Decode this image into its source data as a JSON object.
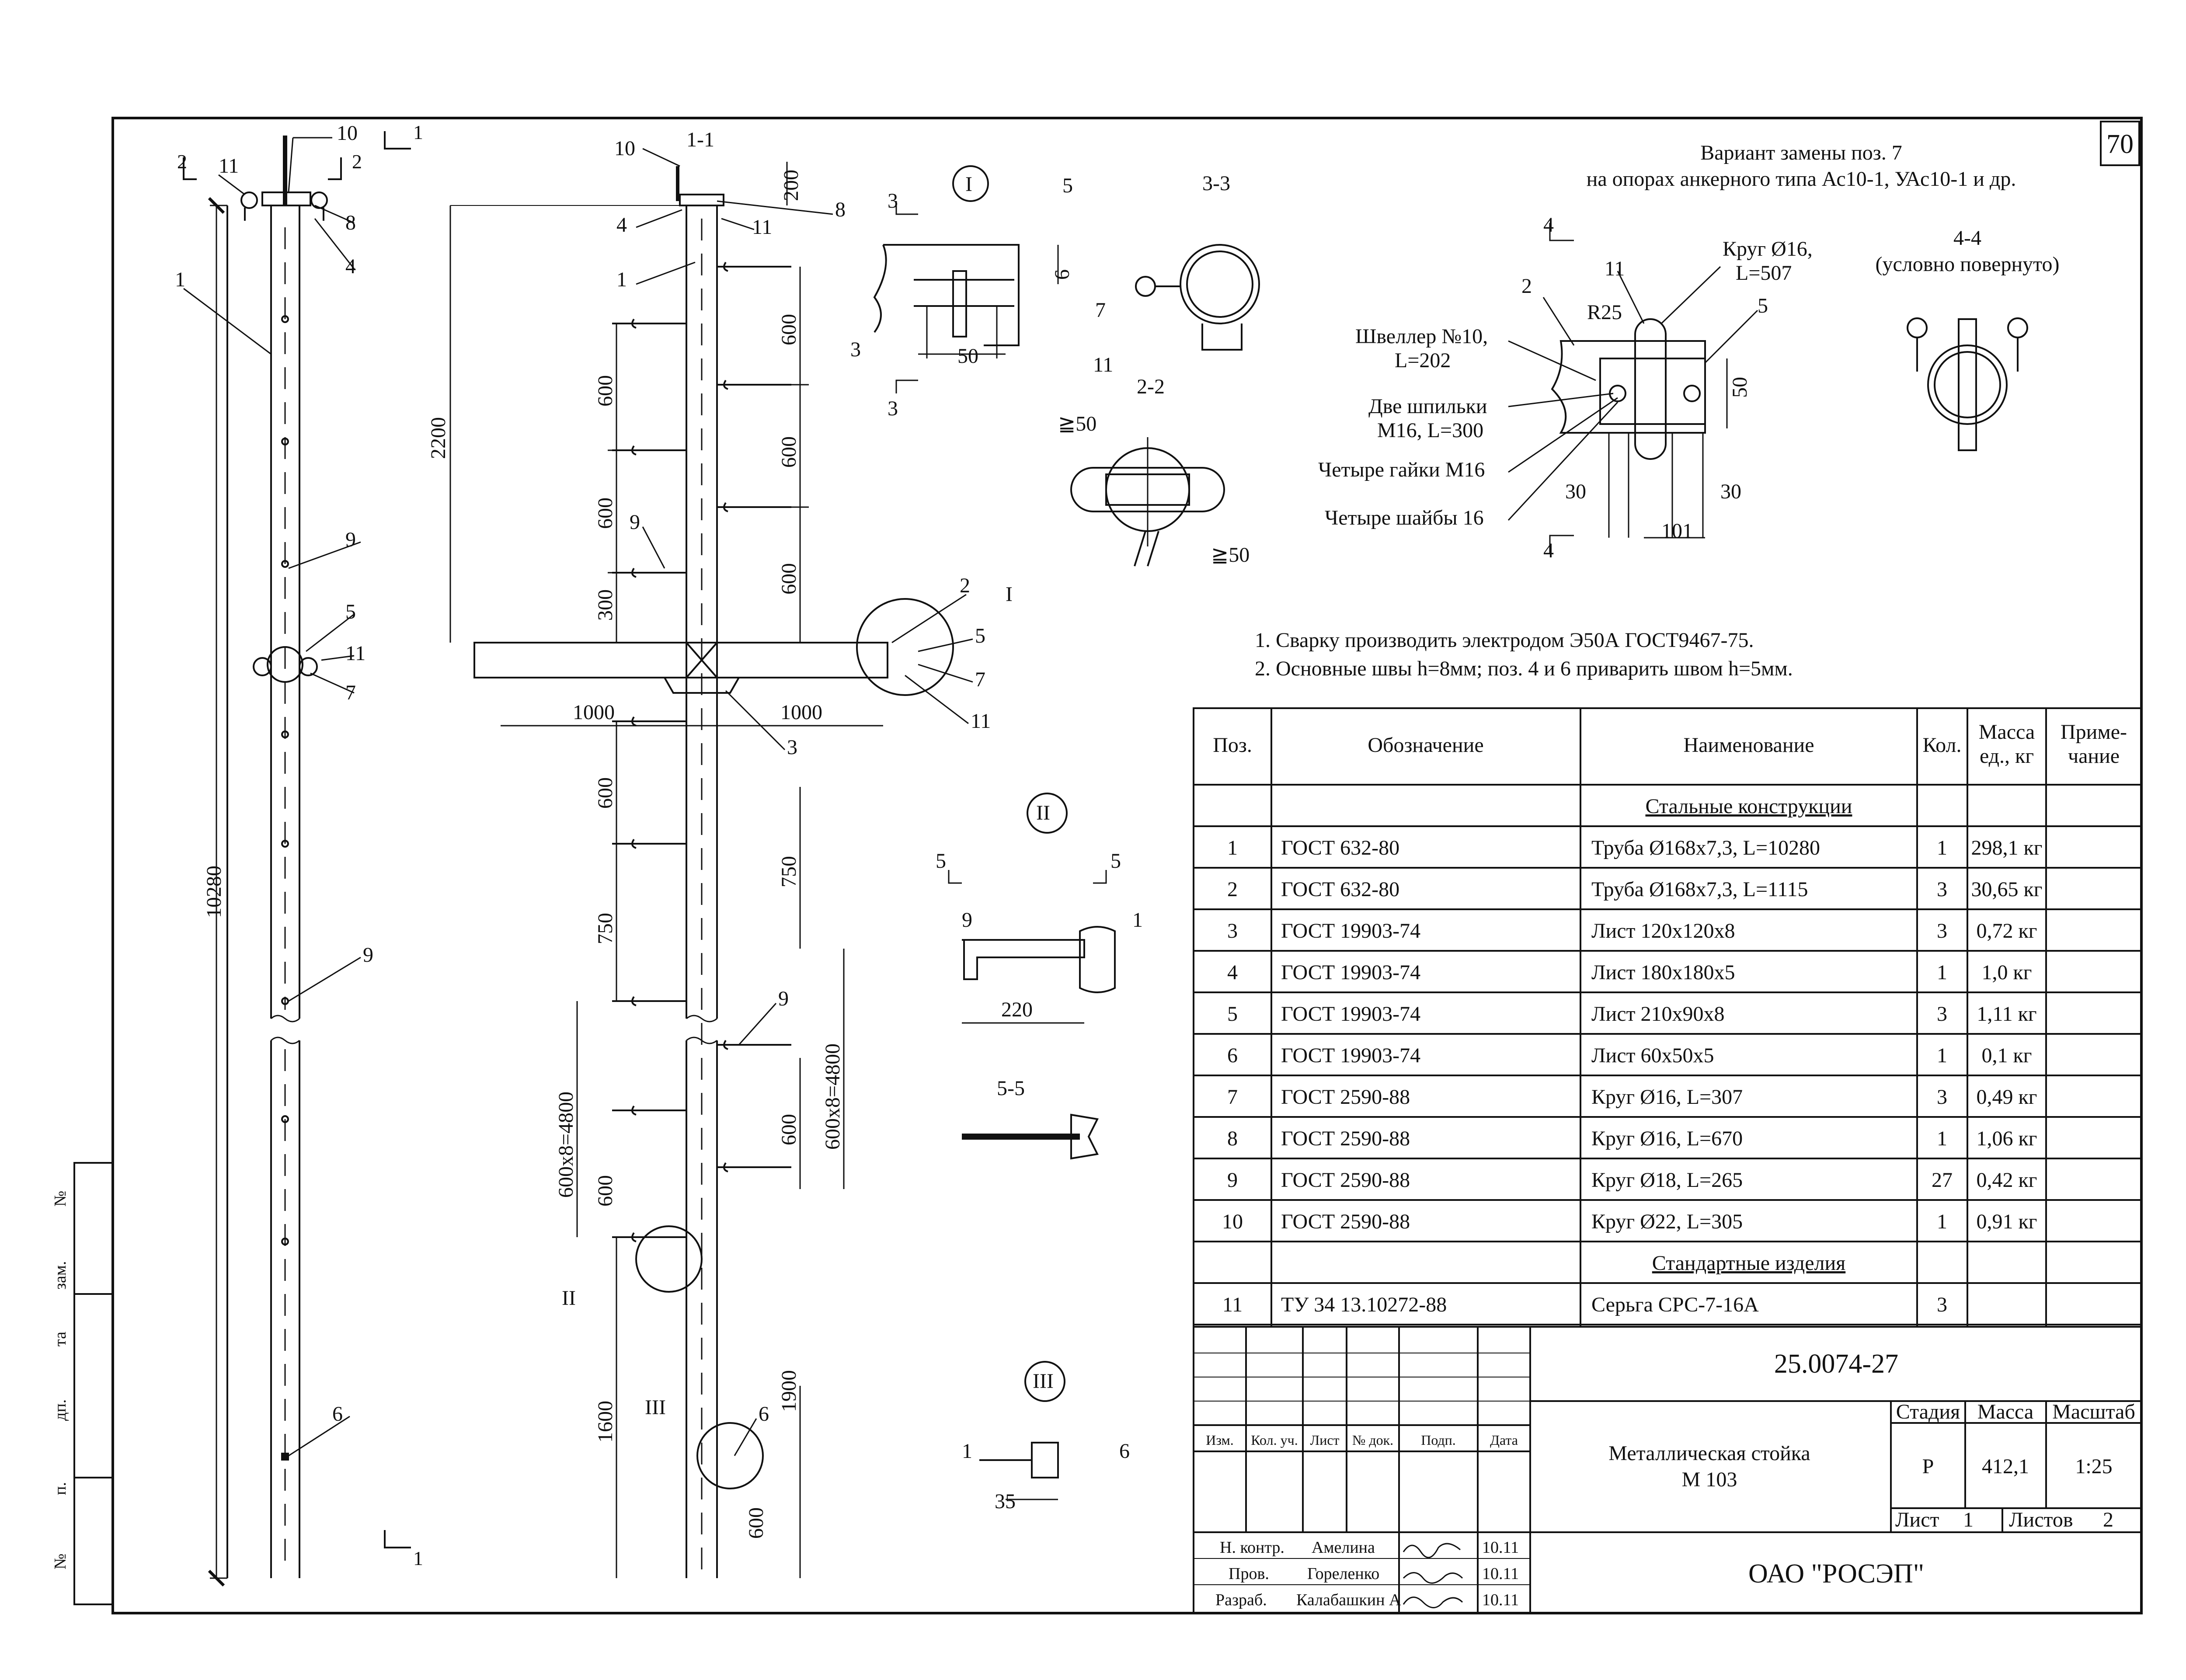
{
  "sheet_number": "70",
  "notes": [
    "1. Сварку производить электродом Э50А ГОСТ9467-75.",
    "2. Основные швы h=8мм; поз. 4 и 6 приварить швом h=5мм."
  ],
  "variant": {
    "title_line1": "Вариант замены поз. 7",
    "title_line2": "на опорах анкерного типа Ас10-1, УАс10-1 и др.",
    "section": "4-4",
    "section_note": "(условно повернуто)",
    "labels": {
      "channel": "Швеллер №10,",
      "channel_len": "L=202",
      "studs": "Две шпильки",
      "studs_spec": "M16, L=300",
      "nuts": "Четыре гайки M16",
      "washers": "Четыре шайбы 16",
      "rod": "Круг Ø16,",
      "rod_len": "L=507",
      "radius": "R25"
    },
    "dims": [
      "50",
      "30",
      "30",
      "101"
    ],
    "section_mark": "4"
  },
  "views": {
    "section_1_1": "1-1",
    "section_2_2": "2-2",
    "section_3_3": "3-3",
    "section_5_5": "5-5",
    "detail_I": "I",
    "detail_II": "II",
    "detail_III": "III",
    "marks": {
      "one": "1",
      "two": "2",
      "three": "3",
      "five": "5"
    }
  },
  "dimensions": {
    "total_height": "10280",
    "top_height": "2200",
    "d200": "200",
    "d600": "600",
    "d750": "750",
    "d300": "300",
    "d1000": "1000",
    "d4800": "600x8=4800",
    "d1600": "1600",
    "d1900": "1900",
    "d50": "50",
    "d6": "6",
    "d220": "220",
    "d35": "35",
    "min50": "≧50"
  },
  "positions": [
    "1",
    "2",
    "3",
    "4",
    "5",
    "6",
    "7",
    "8",
    "9",
    "10",
    "11"
  ],
  "spec_table": {
    "headers": {
      "pos": "Поз.",
      "designation": "Обозначение",
      "name": "Наименование",
      "qty": "Кол.",
      "mass_l1": "Масса",
      "mass_l2": "ед., кг",
      "note_l1": "Приме-",
      "note_l2": "чание"
    },
    "group1": "Стальные конструкции",
    "rows": [
      {
        "pos": "1",
        "designation": "ГОСТ 632-80",
        "name": "Труба Ø168х7,3, L=10280",
        "qty": "1",
        "mass": "298,1 кг"
      },
      {
        "pos": "2",
        "designation": "ГОСТ 632-80",
        "name": "Труба Ø168х7,3, L=1115",
        "qty": "3",
        "mass": "30,65 кг"
      },
      {
        "pos": "3",
        "designation": "ГОСТ 19903-74",
        "name": "Лист 120х120х8",
        "qty": "3",
        "mass": "0,72 кг"
      },
      {
        "pos": "4",
        "designation": "ГОСТ 19903-74",
        "name": "Лист 180х180х5",
        "qty": "1",
        "mass": "1,0 кг"
      },
      {
        "pos": "5",
        "designation": "ГОСТ 19903-74",
        "name": "Лист 210х90х8",
        "qty": "3",
        "mass": "1,11 кг"
      },
      {
        "pos": "6",
        "designation": "ГОСТ 19903-74",
        "name": "Лист 60х50х5",
        "qty": "1",
        "mass": "0,1 кг"
      },
      {
        "pos": "7",
        "designation": "ГОСТ 2590-88",
        "name": "Круг Ø16, L=307",
        "qty": "3",
        "mass": "0,49 кг"
      },
      {
        "pos": "8",
        "designation": "ГОСТ 2590-88",
        "name": "Круг Ø16, L=670",
        "qty": "1",
        "mass": "1,06 кг"
      },
      {
        "pos": "9",
        "designation": "ГОСТ 2590-88",
        "name": "Круг Ø18, L=265",
        "qty": "27",
        "mass": "0,42 кг"
      },
      {
        "pos": "10",
        "designation": "ГОСТ 2590-88",
        "name": "Круг Ø22, L=305",
        "qty": "1",
        "mass": "0,91 кг"
      }
    ],
    "group2": "Стандартные изделия",
    "row11": {
      "pos": "11",
      "designation": "ТУ 34 13.10272-88",
      "name": "Серьга СРС-7-16А",
      "qty": "3",
      "mass": ""
    }
  },
  "title_block": {
    "code": "25.0074-27",
    "object_line1": "Металлическая стойка",
    "object_line2": "М 103",
    "stage_hdr": "Стадия",
    "mass_hdr": "Масса",
    "scale_hdr": "Масштаб",
    "stage": "Р",
    "mass": "412,1",
    "scale": "1:25",
    "sheet_label": "Лист",
    "sheet": "1",
    "sheets_label": "Листов",
    "sheets": "2",
    "company": "ОАО \"РОСЭП\"",
    "cols": [
      "Изм.",
      "Кол. уч.",
      "Лист",
      "№ док.",
      "Подп.",
      "Дата"
    ],
    "people": [
      {
        "role": "Н. контр.",
        "name": "Амелина",
        "date": "10.11"
      },
      {
        "role": "Пров.",
        "name": "Гореленко",
        "date": "10.11"
      },
      {
        "role": "Разраб.",
        "name": "Калабашкин А",
        "date": "10.11"
      }
    ]
  },
  "side_stamp": [
    "№",
    "зам.",
    "та",
    "дп.",
    "п.",
    "№"
  ]
}
